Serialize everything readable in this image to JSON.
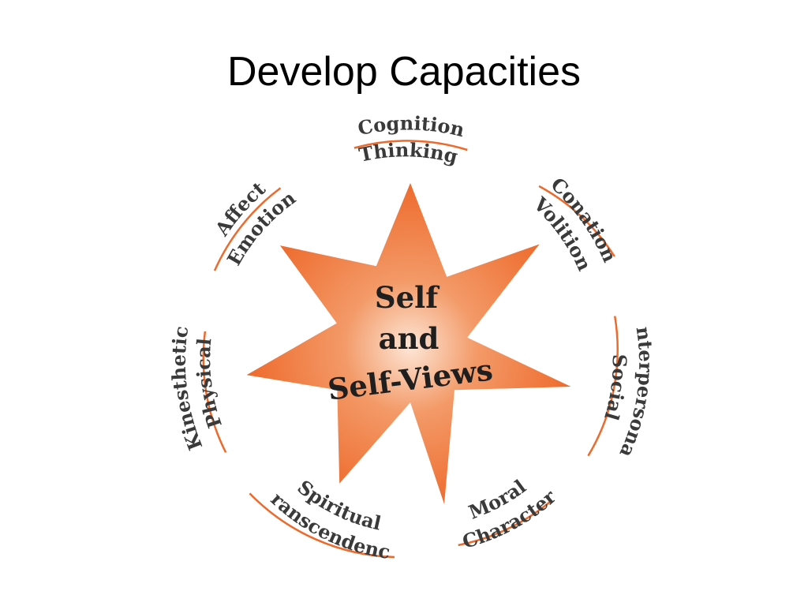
{
  "slide": {
    "title": "Develop Capacities"
  },
  "colors": {
    "star": "#ee6a2c",
    "star_center": "#fde6d6",
    "arc": "#ee6a2c",
    "text": "#3a3a3a"
  },
  "center": {
    "line1": "Self",
    "line2": "and",
    "line3": "Self-Views"
  },
  "segments": [
    {
      "line1": "Cognition",
      "line2": "Thinking"
    },
    {
      "line1": "Conation",
      "line2": "Volition"
    },
    {
      "line1": "Social",
      "line2": "Interpersonal"
    },
    {
      "line1": "Moral",
      "line2": "Character"
    },
    {
      "line1": "Spiritual",
      "line2": "Transcendence"
    },
    {
      "line1": "Physical",
      "line2": "Kinesthetic"
    },
    {
      "line1": "Affect",
      "line2": "Emotion"
    }
  ]
}
